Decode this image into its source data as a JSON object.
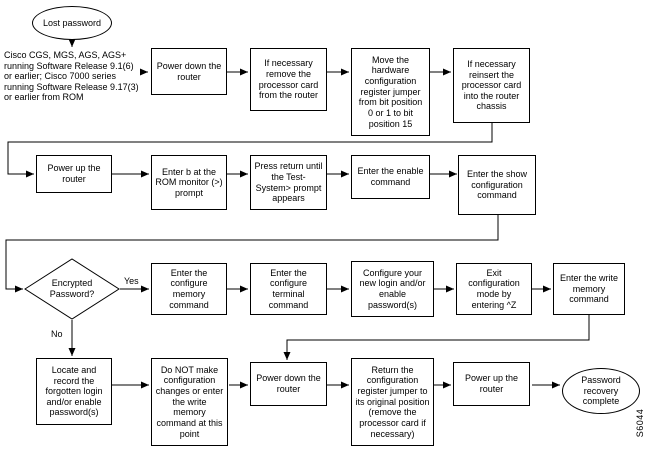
{
  "figure_id": "S6044",
  "edge_labels": {
    "yes": "Yes",
    "no": "No"
  },
  "nodes": {
    "start_oval": "Lost password",
    "platform_note": "Cisco CGS, MGS, AGS, AGS+ running Software Release 9.1(6) or earlier; Cisco 7000 series running Software Release 9.17(3) or earlier from ROM",
    "power_down_router_1": "Power down the router",
    "remove_processor_card": "If necessary remove the processor card from the router",
    "move_jumper": "Move the hardware configuration register jumper from bit position 0 or 1 to bit position 15",
    "reinsert_processor_card": "If necessary reinsert the processor card into the router chassis",
    "power_up_router_1": "Power up the router",
    "enter_b_rom_monitor": "Enter b at the ROM monitor (>) prompt",
    "press_return": "Press return until the Test-System> prompt appears",
    "enter_enable": "Enter the enable command",
    "enter_show_configuration": "Enter the show configuration command",
    "encrypted_password": "Encrypted Password?",
    "enter_configure_memory": "Enter the configure memory command",
    "enter_configure_terminal": "Enter the configure terminal command",
    "configure_new_login": "Configure your new login and/or enable password(s)",
    "exit_config_mode": "Exit configuration mode by entering ^Z",
    "enter_write_memory": "Enter the write memory command",
    "locate_record_passwords": "Locate and record the forgotten login and/or enable password(s)",
    "do_not_make_changes": "Do NOT make configuration changes or enter the write memory command at this point",
    "power_down_router_2": "Power down the router",
    "return_jumper": "Return the configuration register jumper to its original position (remove the processor card if necessary)",
    "power_up_router_2": "Power up the router",
    "end_oval": "Password recovery complete"
  }
}
